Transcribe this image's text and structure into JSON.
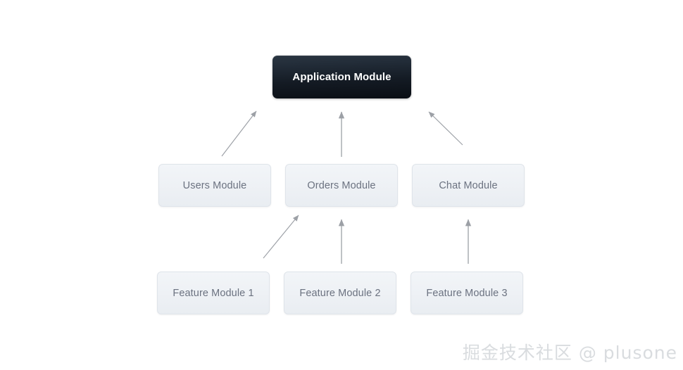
{
  "diagram": {
    "title_node": {
      "label": "Application Module",
      "kind": "root",
      "style": "dark-gradient"
    },
    "service_nodes": [
      {
        "label": "Users Module"
      },
      {
        "label": "Orders Module"
      },
      {
        "label": "Chat Module"
      }
    ],
    "feature_nodes": [
      {
        "label": "Feature Module 1"
      },
      {
        "label": "Feature Module 2"
      },
      {
        "label": "Feature Module 3"
      }
    ],
    "edges": [
      {
        "from": "Users Module",
        "to": "Application Module",
        "direction": "up-right"
      },
      {
        "from": "Orders Module",
        "to": "Application Module",
        "direction": "up"
      },
      {
        "from": "Chat Module",
        "to": "Application Module",
        "direction": "up-left"
      },
      {
        "from": "Feature Module 1",
        "to": "Orders Module",
        "direction": "up-right"
      },
      {
        "from": "Feature Module 2",
        "to": "Orders Module",
        "direction": "up"
      },
      {
        "from": "Feature Module 3",
        "to": "Chat Module",
        "direction": "up"
      }
    ],
    "colors": {
      "background": "#ffffff",
      "root_node_top": "#2b3642",
      "root_node_bottom": "#0a0e14",
      "root_node_text": "#ffffff",
      "light_node_fill": "#eef1f5",
      "light_node_border": "#dfe4ea",
      "light_node_text": "#6b7280",
      "arrow": "#9ca0a6",
      "watermark": "#d9dcdf"
    }
  },
  "watermark": {
    "text": "掘金技术社区 @ plusone"
  }
}
